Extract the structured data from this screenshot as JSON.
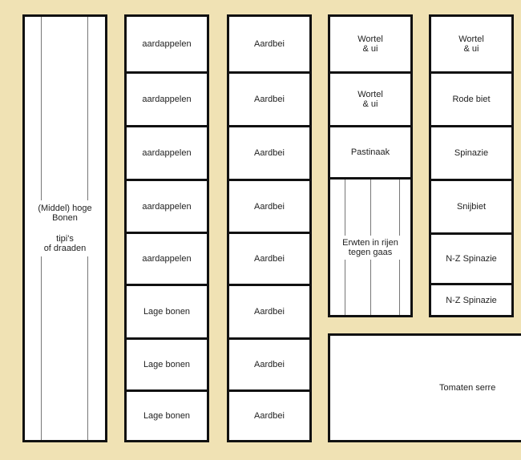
{
  "beds": {
    "bonen": {
      "line1": "(Middel) hoge",
      "line2": "Bonen",
      "line3": "tipi's",
      "line4": "of draaden"
    },
    "col2": [
      "aardappelen",
      "aardappelen",
      "aardappelen",
      "aardappelen",
      "aardappelen",
      "Lage bonen",
      "Lage bonen",
      "Lage bonen"
    ],
    "col3": [
      "Aardbei",
      "Aardbei",
      "Aardbei",
      "Aardbei",
      "Aardbei",
      "Aardbei",
      "Aardbei",
      "Aardbei"
    ],
    "col4": [
      "Wortel\n& ui",
      "Wortel\n& ui",
      "Pastinaak"
    ],
    "erwten": {
      "line1": "Erwten in rijen",
      "line2": "tegen gaas"
    },
    "col5": [
      "Wortel\n& ui",
      "Rode biet",
      "Spinazie",
      "Snijbiet",
      "N-Z  Spinazie",
      "N-Z  Spinazie"
    ],
    "serre": "Tomaten serre"
  },
  "colors": {
    "background": "#f0e2b4",
    "bed": "#ffffff",
    "border": "#111111"
  }
}
